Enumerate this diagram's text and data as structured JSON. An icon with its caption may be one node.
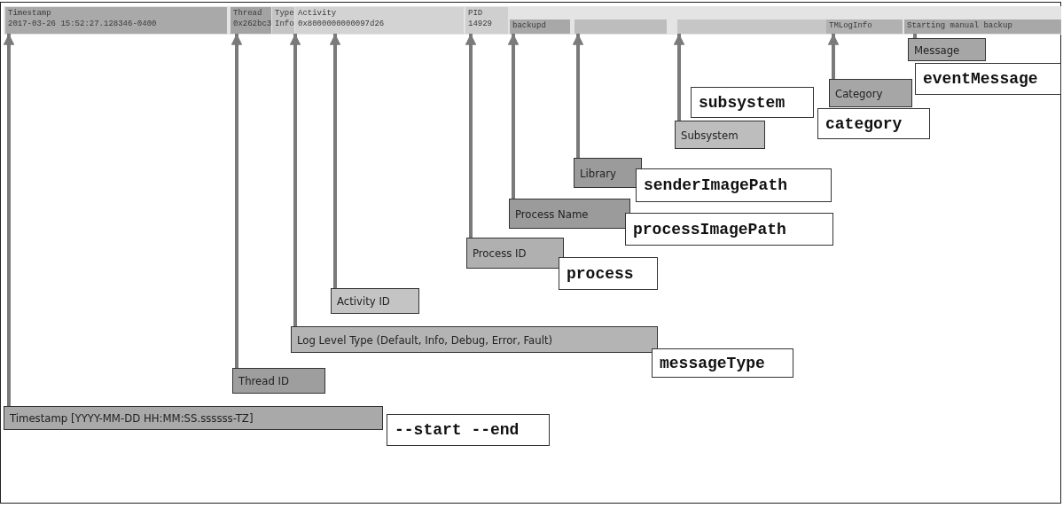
{
  "diagram": {
    "nodes": [
      {
        "text": [
          "Timestamp",
          "2017-03-26 15:52:27.128346-0400"
        ]
      },
      {
        "text": [
          "Thread",
          "0x262bc3"
        ]
      },
      {
        "text": [
          "Type",
          "Info"
        ]
      },
      {
        "text": [
          "Activity",
          "0x8000000000097d26"
        ]
      },
      {
        "text": [
          "PID",
          "14929"
        ]
      },
      {
        "text": [
          "backupd"
        ]
      },
      {
        "text": [],
        "shape": "bar"
      },
      {
        "text": [],
        "shape": "bar"
      },
      {
        "text": [
          "TMLogInfo"
        ]
      },
      {
        "text": [
          "Starting manual backup"
        ]
      },
      {
        "text": [
          "Message"
        ]
      },
      {
        "text": [
          "eventMessage"
        ]
      },
      {
        "text": [
          "Category"
        ]
      },
      {
        "text": [
          "category"
        ]
      },
      {
        "text": [
          "Subsystem"
        ]
      },
      {
        "text": [
          "subsystem"
        ]
      },
      {
        "text": [
          "Library"
        ]
      },
      {
        "text": [
          "senderImagePath"
        ]
      },
      {
        "text": [
          "Process Name"
        ]
      },
      {
        "text": [
          "processImagePath"
        ]
      },
      {
        "text": [
          "Process ID"
        ]
      },
      {
        "text": [
          "process"
        ]
      },
      {
        "text": [
          "Activity ID"
        ]
      },
      {
        "text": [
          "Log Level Type (Default, Info, Debug, Error, Fault)"
        ]
      },
      {
        "text": [
          "messageType"
        ]
      },
      {
        "text": [
          "Thread ID"
        ]
      },
      {
        "text": [
          "Timestamp [YYYY-MM-DD HH:MM:SS.ssssss-TZ]"
        ]
      },
      {
        "text": [
          "--start --end"
        ]
      }
    ],
    "edges": [
      {
        "from": 10,
        "to": 9,
        "arrow": "to"
      },
      {
        "from": 12,
        "to": 8,
        "arrow": "to"
      },
      {
        "from": 14,
        "to": 7,
        "arrow": "to"
      },
      {
        "from": 16,
        "to": 6,
        "arrow": "to"
      },
      {
        "from": 18,
        "to": 5,
        "arrow": "to"
      },
      {
        "from": 20,
        "to": 4,
        "arrow": "to"
      },
      {
        "from": 22,
        "to": 3,
        "arrow": "to"
      },
      {
        "from": 23,
        "to": 2,
        "arrow": "to"
      },
      {
        "from": 25,
        "to": 1,
        "arrow": "to"
      },
      {
        "from": 26,
        "to": 0,
        "arrow": "to"
      }
    ]
  }
}
